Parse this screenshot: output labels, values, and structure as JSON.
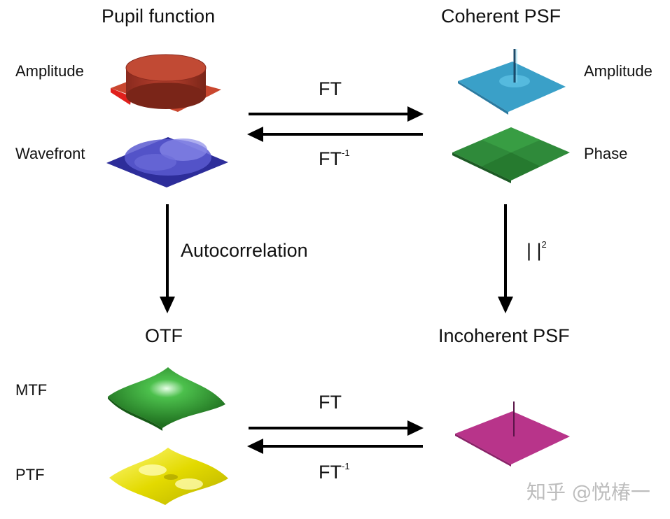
{
  "headings": {
    "pupil": "Pupil function",
    "coherent": "Coherent PSF",
    "otf": "OTF",
    "incoherent": "Incoherent PSF"
  },
  "labels": {
    "pupil_amplitude": "Amplitude",
    "pupil_wavefront": "Wavefront",
    "psf_amplitude": "Amplitude",
    "psf_phase": "Phase",
    "mtf": "MTF",
    "ptf": "PTF"
  },
  "operations": {
    "ft_top": "FT",
    "ift_top": "FT",
    "ift_top_sup": "-1",
    "autocorrelation": "Autocorrelation",
    "modulus_squared": "|   |",
    "modulus_squared_sup": "2",
    "ft_bottom": "FT",
    "ift_bottom": "FT",
    "ift_bottom_sup": "-1"
  },
  "watermark": "知乎 @悦椿一",
  "colors": {
    "pupil_amplitude": "#b83a2a",
    "pupil_wavefront": "#3b3bb0",
    "psf_amplitude": "#3aa0c8",
    "psf_phase": "#2f8a3a",
    "mtf": "#2a8f2a",
    "ptf": "#e6e000",
    "incoherent_psf": "#b8348a",
    "arrow": "#000000"
  },
  "icons": [
    "cylinder-surface",
    "wavefront-surface",
    "psf-amplitude-surface",
    "psf-phase-surface",
    "mtf-surface",
    "ptf-surface",
    "incoherent-psf-surface"
  ]
}
